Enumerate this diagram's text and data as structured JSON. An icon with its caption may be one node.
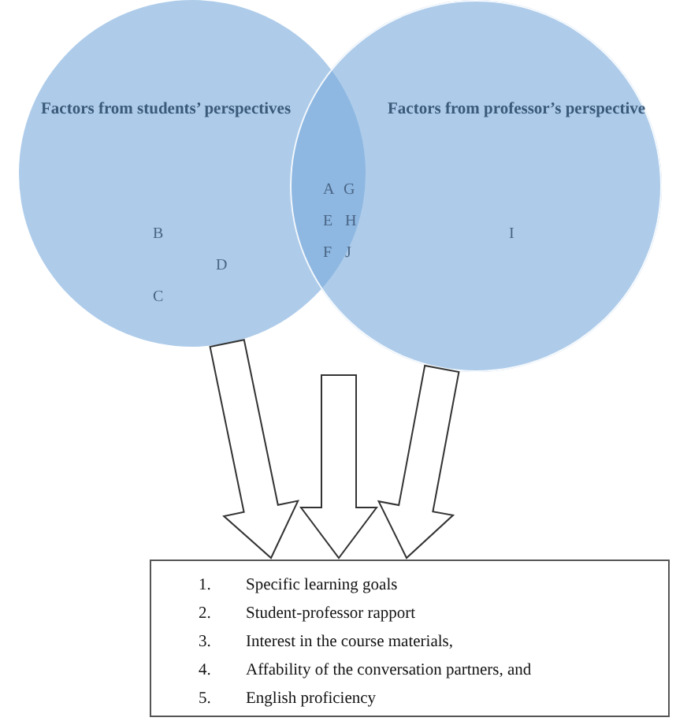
{
  "diagram": {
    "nodes": [
      {
        "text": [
          "Factors from students’ perspectives"
        ]
      },
      {
        "text": [
          "Factors from professor’s perspective"
        ]
      },
      {
        "text": [
          "1.",
          "Specific learning goals",
          "2.",
          "Student-professor rapport",
          "3.",
          "Interest in the course materials,",
          "4.",
          "Affability of the conversation partners, and",
          "5.",
          "English proficiency"
        ]
      }
    ],
    "edges": [
      {
        "from": 0,
        "to": 2,
        "arrow": "to"
      },
      {
        "from": null,
        "to": 2,
        "arrow": "to"
      },
      {
        "from": 1,
        "to": 2,
        "arrow": "to"
      }
    ],
    "labels": [
      "A",
      "G",
      "E",
      "H",
      "B",
      "I",
      "F",
      "J",
      "D",
      "C"
    ]
  }
}
